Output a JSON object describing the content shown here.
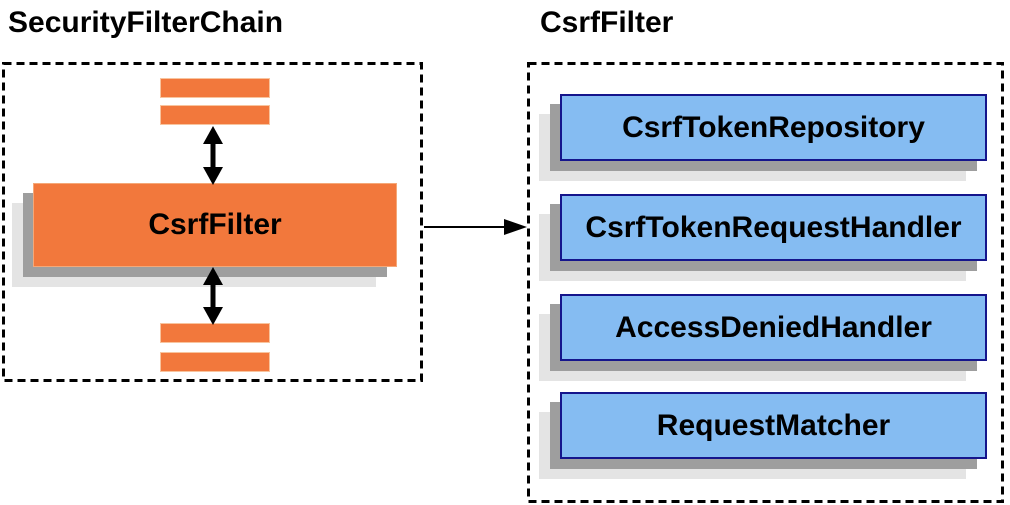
{
  "diagram": {
    "left_panel": {
      "title": "SecurityFilterChain",
      "filter_label": "CsrfFilter"
    },
    "right_panel": {
      "title": "CsrfFilter",
      "components": [
        {
          "label": "CsrfTokenRepository"
        },
        {
          "label": "CsrfTokenRequestHandler"
        },
        {
          "label": "AccessDeniedHandler"
        },
        {
          "label": "RequestMatcher"
        }
      ]
    },
    "colors": {
      "orange_fill": "#F2783C",
      "orange_edge": "#F8C49E",
      "blue_fill": "#85BCF2",
      "blue_border": "#15158C",
      "shadow_dark": "#9E9E9E",
      "shadow_light": "#E4E4E4",
      "arrow": "#000000",
      "boundary": "#000000"
    }
  }
}
